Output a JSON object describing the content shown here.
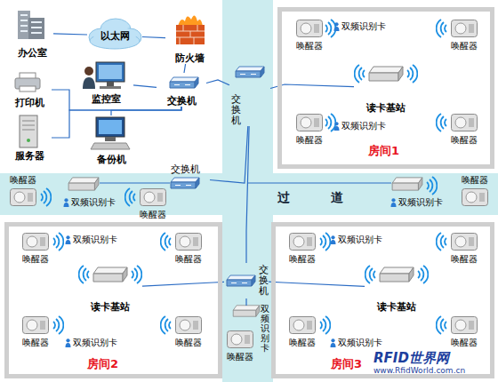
{
  "diagram": {
    "nodes": [
      {
        "text": [
          "办公室"
        ]
      },
      {
        "text": [
          "以太网"
        ]
      },
      {
        "text": [
          "防火墙"
        ]
      },
      {
        "text": [
          "打印机"
        ]
      },
      {
        "text": [
          "监控室"
        ]
      },
      {
        "text": [
          "交换机"
        ]
      },
      {
        "text": [
          "服务器"
        ]
      },
      {
        "text": [
          "备份机"
        ]
      },
      {
        "text": [
          "交换机"
        ]
      },
      {
        "text": [
          "房间1"
        ]
      },
      {
        "text": [
          "读卡基站"
        ],
        "in": 9
      },
      {
        "text": [
          "唤醒器"
        ],
        "in": 9
      },
      {
        "text": [
          "唤醒器"
        ],
        "in": 9
      },
      {
        "text": [
          "唤醒器"
        ],
        "in": 9
      },
      {
        "text": [
          "唤醒器"
        ],
        "in": 9
      },
      {
        "text": [
          "交换机"
        ]
      },
      {
        "text": [
          "唤醒器"
        ]
      },
      {
        "text": [
          "唤醒器"
        ]
      },
      {
        "text": [
          "唤醒器"
        ]
      },
      {
        "text": [
          "交换机"
        ]
      },
      {
        "text": [
          "房间2"
        ]
      },
      {
        "text": [
          "读卡基站"
        ],
        "in": 20
      },
      {
        "text": [
          "唤醒器"
        ],
        "in": 20
      },
      {
        "text": [
          "唤醒器"
        ],
        "in": 20
      },
      {
        "text": [
          "唤醒器"
        ],
        "in": 20
      },
      {
        "text": [
          "唤醒器"
        ],
        "in": 20
      },
      {
        "text": [
          "房间3"
        ]
      },
      {
        "text": [
          "读卡基站"
        ],
        "in": 26
      },
      {
        "text": [
          "唤醒器"
        ],
        "in": 26
      },
      {
        "text": [
          "唤醒器"
        ],
        "in": 26
      },
      {
        "text": [
          "唤醒器"
        ],
        "in": 26
      },
      {
        "text": [
          "唤醒器"
        ],
        "in": 26
      },
      {
        "text": [
          "唤醒器"
        ]
      }
    ],
    "edges": [
      {
        "from": 0,
        "to": 1,
        "arrow": "none"
      },
      {
        "from": 1,
        "to": 2,
        "arrow": "none"
      },
      {
        "from": 2,
        "to": 5,
        "arrow": "none"
      },
      {
        "from": 3,
        "to": 5,
        "arrow": "none"
      },
      {
        "from": 4,
        "to": 5,
        "arrow": "none"
      },
      {
        "from": 6,
        "to": 5,
        "arrow": "none"
      },
      {
        "from": 7,
        "to": 5,
        "arrow": "none"
      },
      {
        "from": 5,
        "to": 8,
        "arrow": "none"
      },
      {
        "from": 8,
        "to": 10,
        "arrow": "none"
      },
      {
        "from": 8,
        "to": 19,
        "arrow": "none"
      },
      {
        "from": 15,
        "to": 8,
        "arrow": "none"
      },
      {
        "from": 19,
        "to": 21,
        "arrow": "none"
      },
      {
        "from": 19,
        "to": 27,
        "arrow": "none"
      }
    ],
    "labels": [
      "双频识别卡",
      "双频识别卡",
      "双频识别卡",
      "双频识别卡",
      "双频识别卡",
      "双频识别卡",
      "双频识别卡",
      "双频识别卡",
      "双频识别卡",
      "过",
      "道",
      "RFID世界网",
      "www.RfidWorld.com.cn"
    ]
  }
}
